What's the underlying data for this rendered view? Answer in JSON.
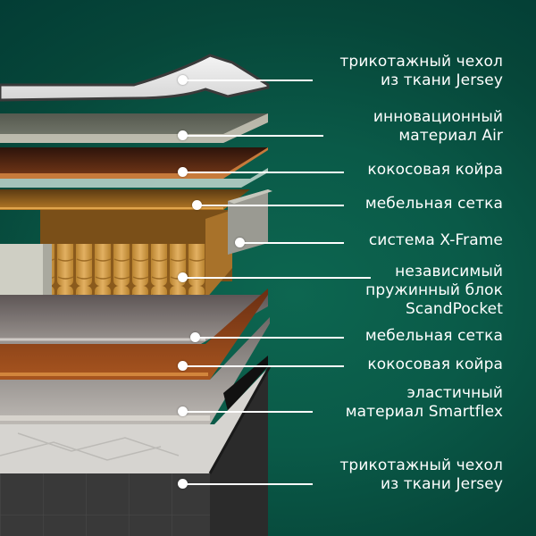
{
  "colors": {
    "background": "#0a5a48",
    "background_dark": "#033d35",
    "text": "#ffffff",
    "cover_white": "#e9e9e9",
    "foam_gray": "#6e7264",
    "coir_brown": "#6b2f15",
    "mesh_light": "#b7d0c8",
    "springs_gold": "#d49a3e",
    "xframe_gray": "#9a9a92",
    "base_dark": "#333333"
  },
  "layers": [
    {
      "id": "top-cover",
      "lines": [
        "трикотажный чехол",
        "из ткани Jersey"
      ]
    },
    {
      "id": "air-material",
      "lines": [
        "инновационный",
        "материал Air"
      ]
    },
    {
      "id": "coir-top",
      "lines": [
        "кокосовая койра"
      ]
    },
    {
      "id": "mesh-top",
      "lines": [
        "мебельная сетка"
      ]
    },
    {
      "id": "x-frame",
      "lines": [
        "система X-Frame"
      ]
    },
    {
      "id": "spring-block",
      "lines": [
        "независимый",
        "пружинный блок",
        "ScandPocket"
      ]
    },
    {
      "id": "mesh-bottom",
      "lines": [
        "мебельная сетка"
      ]
    },
    {
      "id": "coir-bottom",
      "lines": [
        "кокосовая койра"
      ]
    },
    {
      "id": "smartflex",
      "lines": [
        "эластичный",
        "материал Smartflex"
      ]
    },
    {
      "id": "bottom-cover",
      "lines": [
        "трикотажный чехол",
        "из ткани Jersey"
      ]
    }
  ]
}
